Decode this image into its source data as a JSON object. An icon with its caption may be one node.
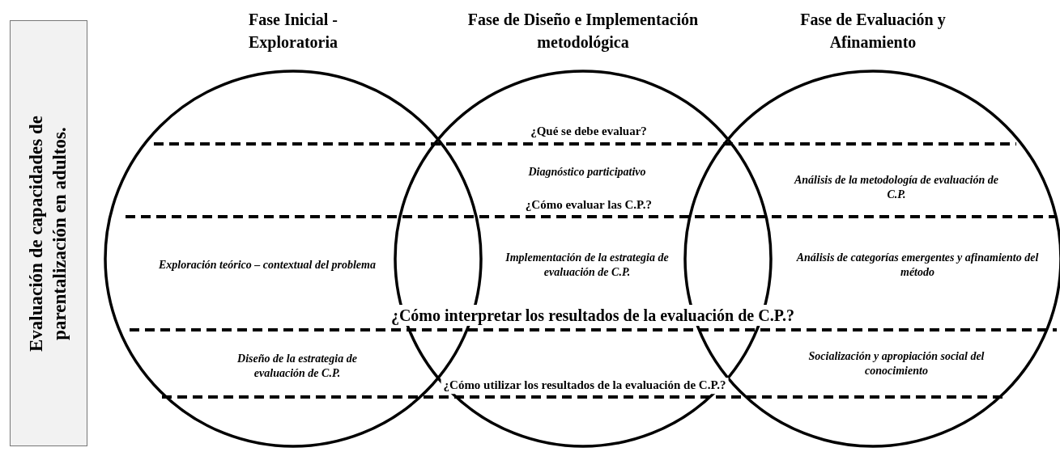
{
  "diagram": {
    "nodes": [
      {
        "text": [
          "Evaluación de capacidades de parentalización en adultos."
        ]
      },
      {
        "text": [
          "Fase Inicial - Exploratoria"
        ]
      },
      {
        "text": [
          "Fase de Diseño e Implementación metodológica"
        ]
      },
      {
        "text": [
          "Fase de Evaluación y Afinamiento"
        ]
      }
    ],
    "labels": [
      "¿Qué se debe evaluar?",
      "Diagnóstico participativo",
      "Análisis de la metodología de evaluación de C.P.",
      "¿Cómo evaluar las C.P.?",
      "Exploración teórico – contextual del problema",
      "Implementación de la estrategia de evaluación de C.P.",
      "Análisis de categorías emergentes y afinamiento del método",
      "¿Cómo interpretar los resultados de la evaluación de C.P.?",
      "Diseño de la estrategia de evaluación de C.P.",
      "Socialización y apropiación social del conocimiento",
      "¿Cómo utilizar los resultados de la evaluación de C.P.?"
    ]
  }
}
